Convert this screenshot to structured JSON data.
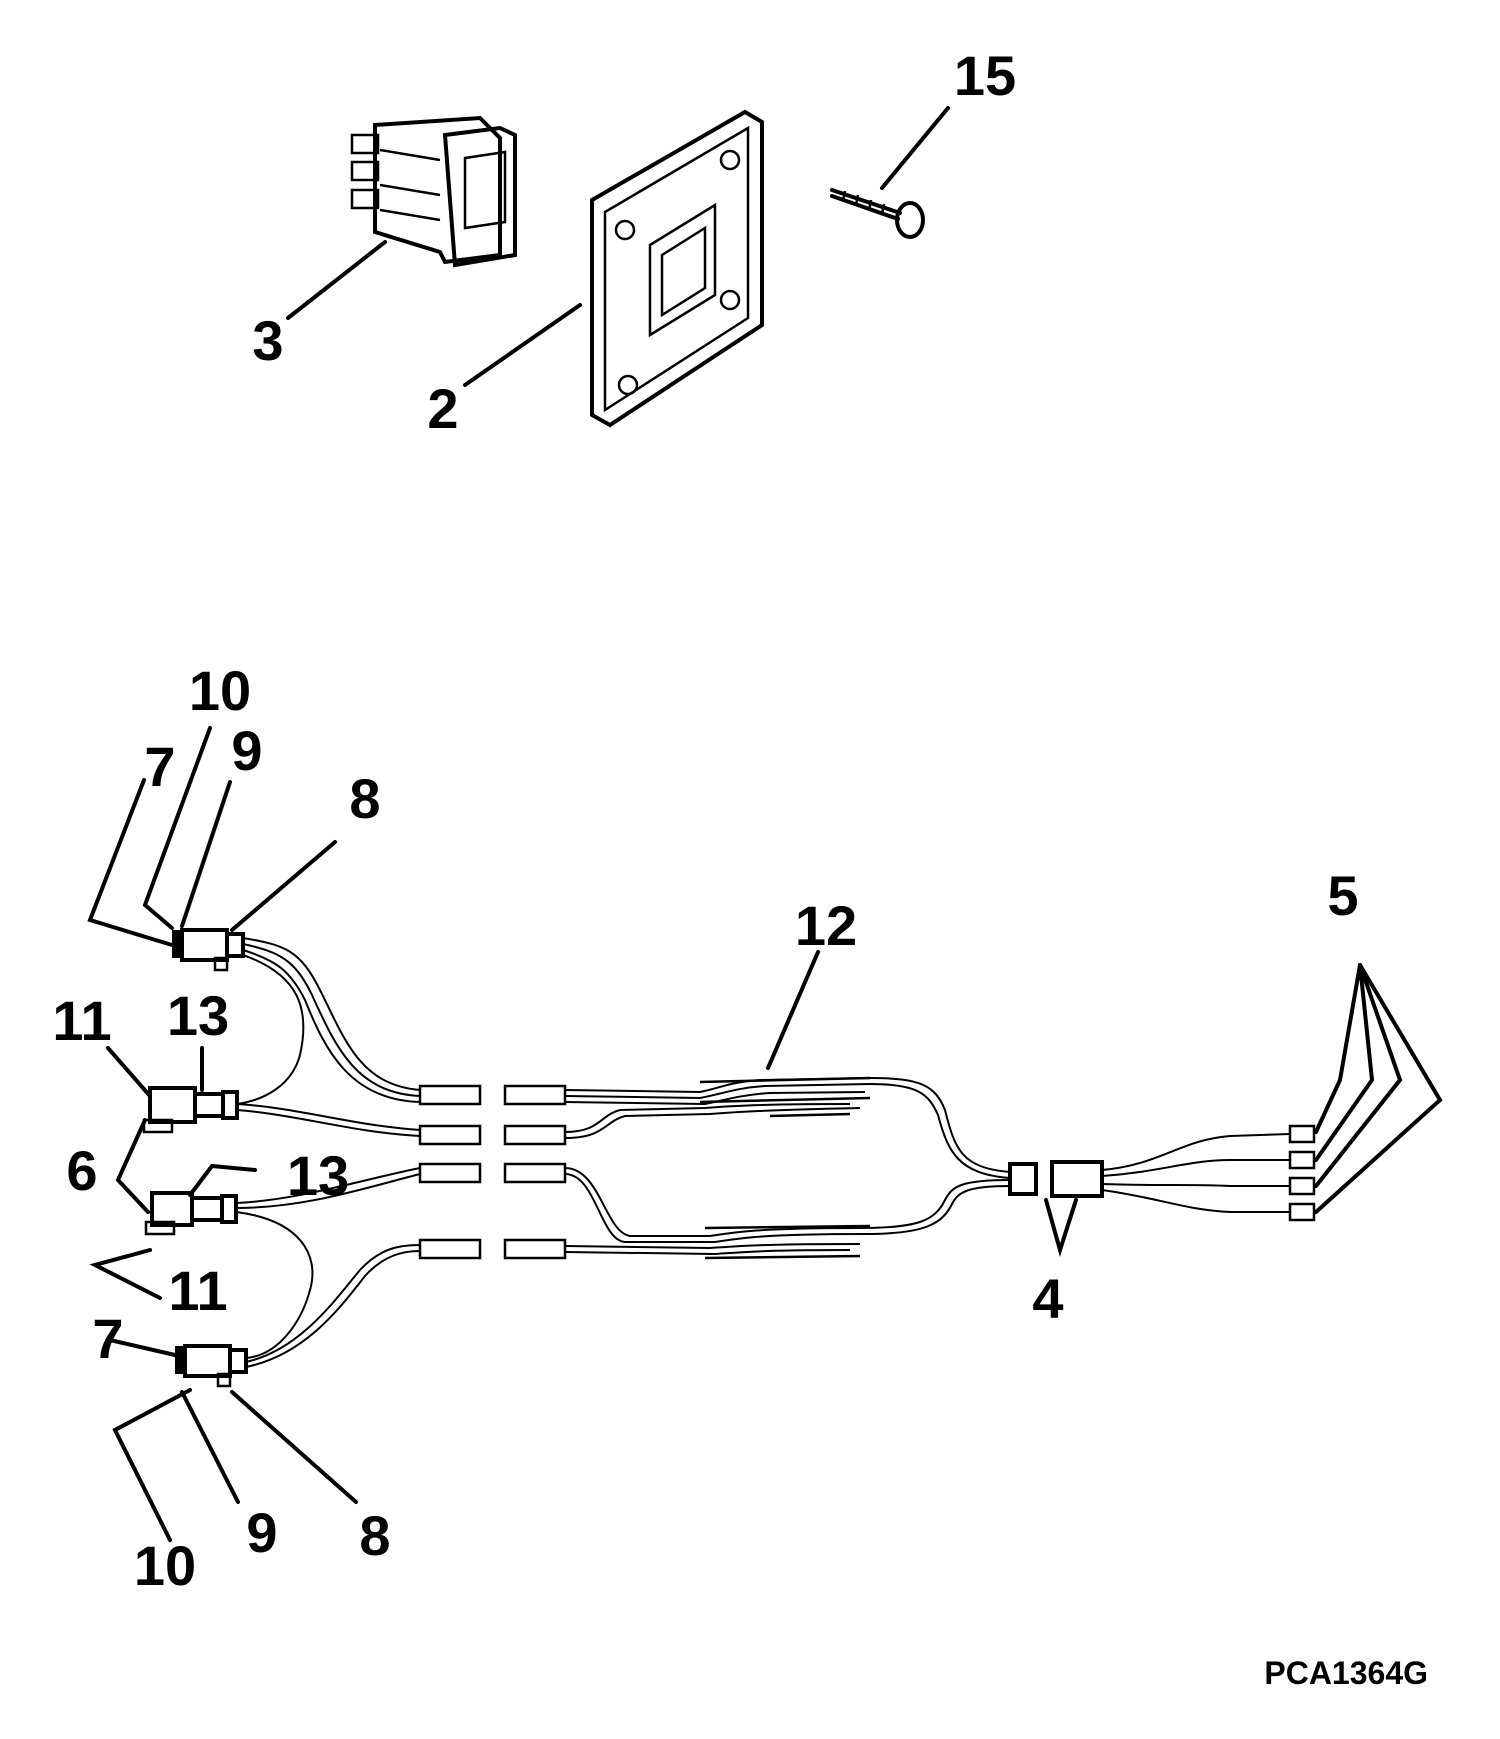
{
  "figure_id": "PCA1364G",
  "callouts": {
    "c15": "15",
    "c3": "3",
    "c2": "2",
    "c10a": "10",
    "c9a": "9",
    "c7a": "7",
    "c8a": "8",
    "c12": "12",
    "c5": "5",
    "c11a": "11",
    "c13a": "13",
    "c6": "6",
    "c13b": "13",
    "c11b": "11",
    "c4": "4",
    "c7b": "7",
    "c9b": "9",
    "c8b": "8",
    "c10b": "10"
  }
}
